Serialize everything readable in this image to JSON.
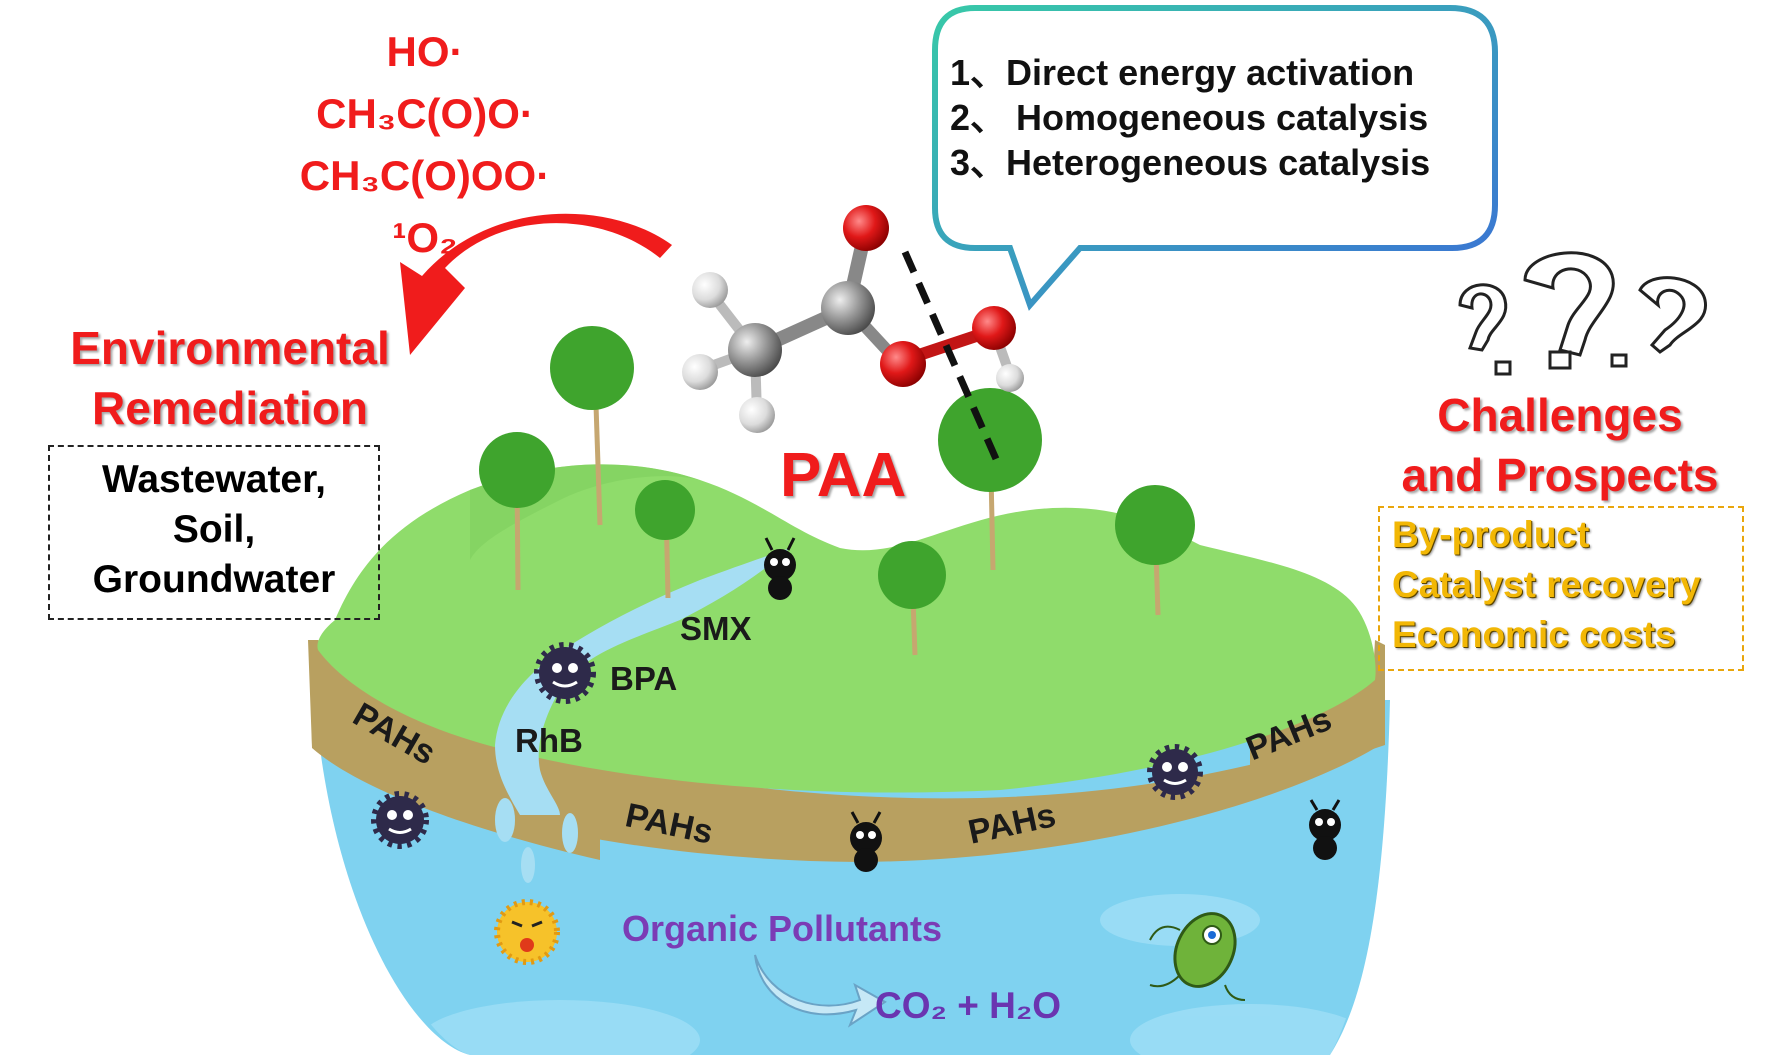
{
  "radicals": [
    "HO·",
    "CH₃C(O)O·",
    "CH₃C(O)OO·",
    "¹O₂"
  ],
  "environmental": {
    "title_lines": [
      "Environmental",
      "Remediation"
    ],
    "media": [
      "Wastewater,",
      "Soil,",
      "Groundwater"
    ]
  },
  "activation_methods": [
    "1、Direct energy activation",
    "2、 Homogeneous catalysis",
    "3、Heterogeneous catalysis"
  ],
  "paa_label": "PAA",
  "challenges": {
    "title_lines": [
      "Challenges",
      "and Prospects"
    ],
    "items": [
      "By-product",
      "Catalyst recovery",
      "Economic costs"
    ]
  },
  "pollutants": {
    "smx": "SMX",
    "bpa": "BPA",
    "rhb": "RhB",
    "pahs": "PAHs",
    "organic": "Organic Pollutants",
    "product": "CO₂ + H₂O"
  },
  "colors": {
    "accent_red": "#f01c1c",
    "bubble_gradient": [
      "#38c9a8",
      "#3b6fd6"
    ],
    "challenge_gold": "#f2b705",
    "grass": "#8fdc6b",
    "soil": "#b8a060",
    "water": "#7fd2f0",
    "organic_purple": "#7b3cb5"
  },
  "icons": [
    "curved-red-arrow-icon",
    "paa-molecule-icon",
    "speech-bubble-icon",
    "question-marks-icon",
    "devil-bug-icon",
    "virus-icon",
    "angry-sun-germ-icon",
    "green-bacterium-icon",
    "tree-icon",
    "fish-arrow-icon"
  ]
}
